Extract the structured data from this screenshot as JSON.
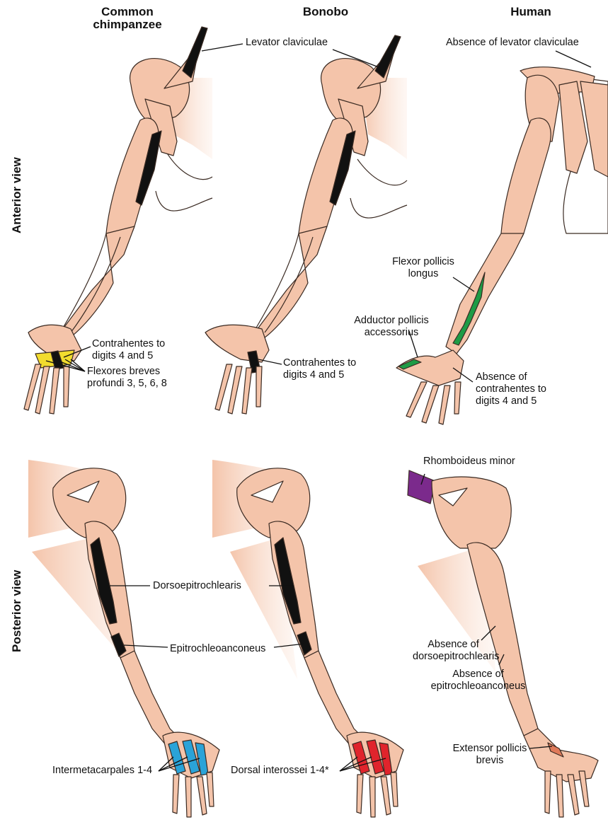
{
  "columns": {
    "chimp": "Common\nchimpanzee",
    "bonobo": "Bonobo",
    "human": "Human"
  },
  "rows": {
    "anterior": "Anterior view",
    "posterior": "Posterior view"
  },
  "labels": {
    "levator_clav": "Levator claviculae",
    "absence_levator": "Absence of levator claviculae",
    "flexor_pollicis": "Flexor pollicis\nlongus",
    "adductor_pollicis": "Adductor pollicis\naccessorius",
    "contrahentes_chimp": "Contrahentes to\ndigits 4 and 5",
    "flexores_breves": "Flexores breves\nprofundi 3, 5, 6, 8",
    "contrahentes_bonobo": "Contrahentes to\ndigits 4 and 5",
    "absence_contrahentes": "Absence of\ncontrahentes to\ndigits 4 and 5",
    "rhomboideus": "Rhomboideus minor",
    "dorsoepi": "Dorsoepitrochlearis",
    "absence_dorsoepi": "Absence of\ndorsoepitrochlearis",
    "epitroch": "Epitrochleoanconeus",
    "absence_epitroch": "Absence of\nepitrochleoanconeus",
    "intermetacarpales": "Intermetacarpales 1-4",
    "dorsal_interossei": "Dorsal interossei 1-4*",
    "extensor_pollicis": "Extensor pollicis\nbrevis"
  },
  "colors": {
    "muscle": "#f4c4aa",
    "outline": "#3a2a22",
    "highlight_black": "#111111",
    "highlight_green": "#1e9b46",
    "highlight_yellow": "#f2dc2e",
    "highlight_blue": "#2aa3d8",
    "highlight_red": "#e0242c",
    "highlight_purple": "#7b2a8c"
  }
}
